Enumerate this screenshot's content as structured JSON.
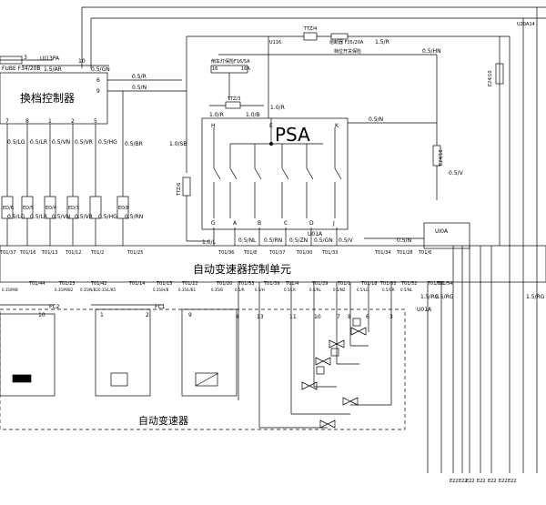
{
  "titles": {
    "shift_controller": "换档控制器",
    "psa": "PSA",
    "tcu": "自动变速器控制单元",
    "transmission": "自动变速器"
  },
  "top_labels": {
    "ui13pa": "UI13PA",
    "fuse_f34": "FUBE F34/20B",
    "u116": "U116",
    "ttz4": "TTZ/4",
    "ttz3": "TTZ/3",
    "fuse_right": "熔断器 F35/20A",
    "relay_note": "档位开关保险",
    "side_fuse": "倒车灯保险F16/5A",
    "c16": "16",
    "c16a": "16A",
    "u20a14": "U20A14",
    "w_1_5_r_top": "1.5/R",
    "w_0_5_hn": "0.5/HN",
    "w_1_5_ar": "1.5/AR",
    "w_0_5_gn": "0.5/GN",
    "w_0_5_r": "0.5/R",
    "w_0_5_n": "0.5/N",
    "w_1_0_r": "1.0/R",
    "w_1_0_b": "1.0/B",
    "w_1_0_sb": "1.0/SB",
    "w_0_5_br": "0.5/BR",
    "w_0_5_n_right": "0.5/N",
    "w_0_5_v": "0.5/V",
    "e24_10": "E24/10",
    "e24_18": "E24/18",
    "ttz_left": "TTZ/6",
    "p3": "3",
    "p10": "10",
    "p6": "6",
    "p9": "9"
  },
  "shift_pins": [
    "7",
    "8",
    "1",
    "2",
    "5"
  ],
  "shift_wires": [
    "0.5/LG",
    "0.5/LR",
    "0.5/VN",
    "0.5/VR",
    "0.5/HG",
    "0.5/RN"
  ],
  "shift_conn": [
    "ED/6",
    "ED/5",
    "ED/4",
    "ED/3",
    "ED/8"
  ],
  "psa_pins_top": [
    "H",
    "E",
    "K"
  ],
  "psa_pins_bottom": [
    "G",
    "A",
    "B",
    "C",
    "D",
    "J"
  ],
  "psa_wires": [
    "1.0/L",
    "0.5/NL",
    "0.5/RN",
    "0.5/ZN",
    "0.5/GN",
    "0.5/V"
  ],
  "tcu_top_pins": [
    "T01/37",
    "T01/16",
    "T01/13",
    "T01/12",
    "T01/2",
    "T01/25",
    "T01/36",
    "T01/8",
    "T01/37",
    "T01/30",
    "T01/33",
    "T01/34",
    "T01/28",
    "T01/6"
  ],
  "tcu_bottom_pins": [
    "T01/44",
    "T01/23",
    "T01/42",
    "T01/14",
    "T01/15",
    "T01/22",
    "T01/20",
    "T01/53",
    "T01/39",
    "T01/4",
    "T01/29",
    "T01/1",
    "T01/18",
    "T01/53",
    "T01/52",
    "T01/55",
    "T01/54"
  ],
  "bottom_wires": [
    "0.35/M/B",
    "0.35/M/B2",
    "0.35/N/B2",
    "0.35/L/B5",
    "0.35/H/B",
    "0.35/L/B1",
    "0.35/B",
    "0.5/R",
    "0.5/H",
    "0.5/LR",
    "0.5/RL",
    "0.5/NZ",
    "0.5/LG",
    "0.5/GR",
    "0.5/NL",
    "1.5/RG",
    "1.5/RG"
  ],
  "connector_labels": {
    "fc2": "FC2",
    "fc1": "FC1",
    "u01a": "U01A",
    "u10a": "UI0A",
    "u01a_r": "U01A"
  },
  "trans_pins": [
    "10",
    "1",
    "2",
    "9",
    "4",
    "13",
    "11",
    "10",
    "7",
    "6",
    "8",
    "3"
  ],
  "ground_labels": [
    "E22",
    "E22",
    "E22",
    "E22",
    "E22",
    "E22",
    "E22",
    "E22"
  ],
  "right_labels": {
    "w_1_5_rg": "1.5/RG"
  }
}
